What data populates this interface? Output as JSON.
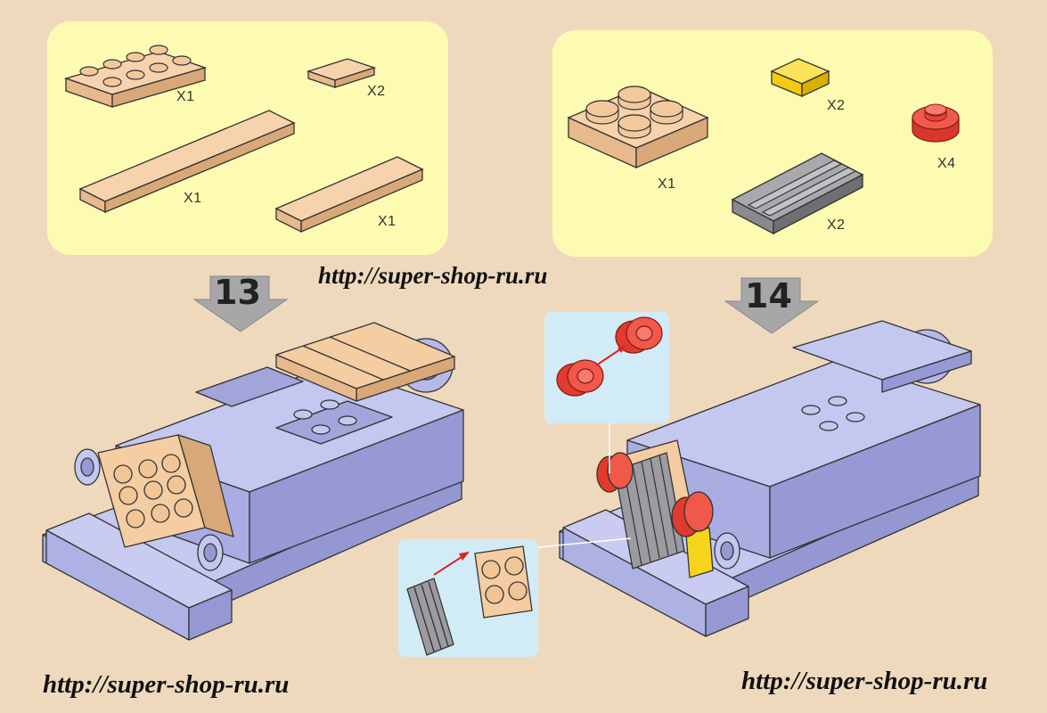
{
  "watermark": {
    "top": "http://super-shop-ru.ru",
    "bottom_left": "http://super-shop-ru.ru",
    "bottom_right": "http://super-shop-ru.ru"
  },
  "steps": {
    "left": {
      "number": "13",
      "parts": [
        {
          "label": "X1",
          "icon": "tan-plate-2x4-icon"
        },
        {
          "label": "X2",
          "icon": "tan-tile-1x2-icon"
        },
        {
          "label": "X1",
          "icon": "tan-plate-long-icon"
        },
        {
          "label": "X1",
          "icon": "tan-plate-medium-icon"
        }
      ]
    },
    "right": {
      "number": "14",
      "parts": [
        {
          "label": "X1",
          "icon": "tan-plate-2x2-icon"
        },
        {
          "label": "X2",
          "icon": "yellow-tile-1x1-icon"
        },
        {
          "label": "X2",
          "icon": "gray-grille-icon"
        },
        {
          "label": "X4",
          "icon": "red-round-plate-icon"
        }
      ]
    }
  },
  "colors": {
    "background": "#efd9bd",
    "parts_panel": "#fdfbb2",
    "tan_brick": "#f2c89a",
    "body_lavender": "#b6b9e8",
    "red_light": "#e8473a",
    "yellow_tile": "#f7d51c",
    "gray_grille": "#8f8f93",
    "callout": "#d2ecf7"
  }
}
